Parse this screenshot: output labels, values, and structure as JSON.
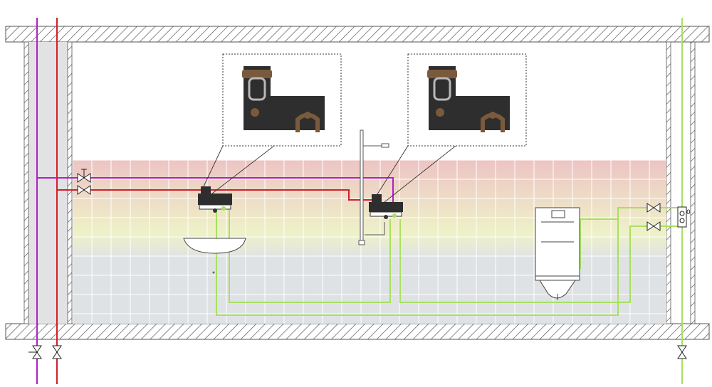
{
  "diagram": {
    "kind": "plumbing-schematic",
    "colors": {
      "hot_supply": "#d0202a",
      "circulation": "#b020c8",
      "cold_supply": "#a8e060",
      "wall_hatch": "#555555",
      "shaft_fill": "#e2e2e4",
      "tile_top": "#edc4c4",
      "tile_mid": "#eef2c8",
      "tile_bottom": "#dfe2e4",
      "tile_grid": "#ffffff",
      "detail_block": "#2e2e2e",
      "fitting_bronze": "#7a5a3c"
    },
    "fixtures": [
      "washbasin",
      "shower",
      "wall-hung-wc"
    ],
    "detail_callouts": [
      "basin-mixer-detail",
      "shower-mixer-detail"
    ],
    "valves": [
      "stop-valve-circulation",
      "stop-valve-hot",
      "stop-valve-cold-upper",
      "stop-valve-cold-lower",
      "riser-valve-left-1",
      "riser-valve-left-2",
      "riser-valve-right"
    ],
    "labels": {
      "meter_mark": "0"
    }
  }
}
